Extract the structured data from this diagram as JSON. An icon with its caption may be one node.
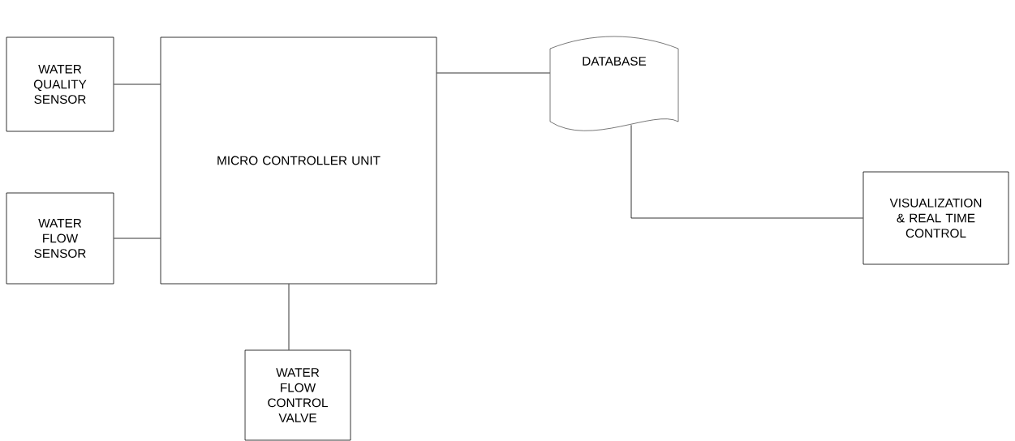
{
  "diagram": {
    "nodes": [
      {
        "text": [
          "WATER QUALITY SENSOR"
        ]
      },
      {
        "text": [
          "MICRO CONTROLLER UNIT"
        ]
      },
      {
        "text": [
          "DATABASE"
        ]
      },
      {
        "text": [
          "WATER FLOW SENSOR"
        ]
      },
      {
        "text": [
          "VISUALIZATION & REAL TIME CONTROL"
        ]
      },
      {
        "text": [
          "WATER FLOW CONTROL VALVE"
        ]
      }
    ],
    "edges": [
      {
        "from": 0,
        "to": 1,
        "arrow": "none"
      },
      {
        "from": 3,
        "to": 1,
        "arrow": "none"
      },
      {
        "from": 1,
        "to": 2,
        "arrow": "none"
      },
      {
        "from": 2,
        "to": 4,
        "arrow": "none"
      },
      {
        "from": 1,
        "to": 5,
        "arrow": "none"
      }
    ]
  }
}
